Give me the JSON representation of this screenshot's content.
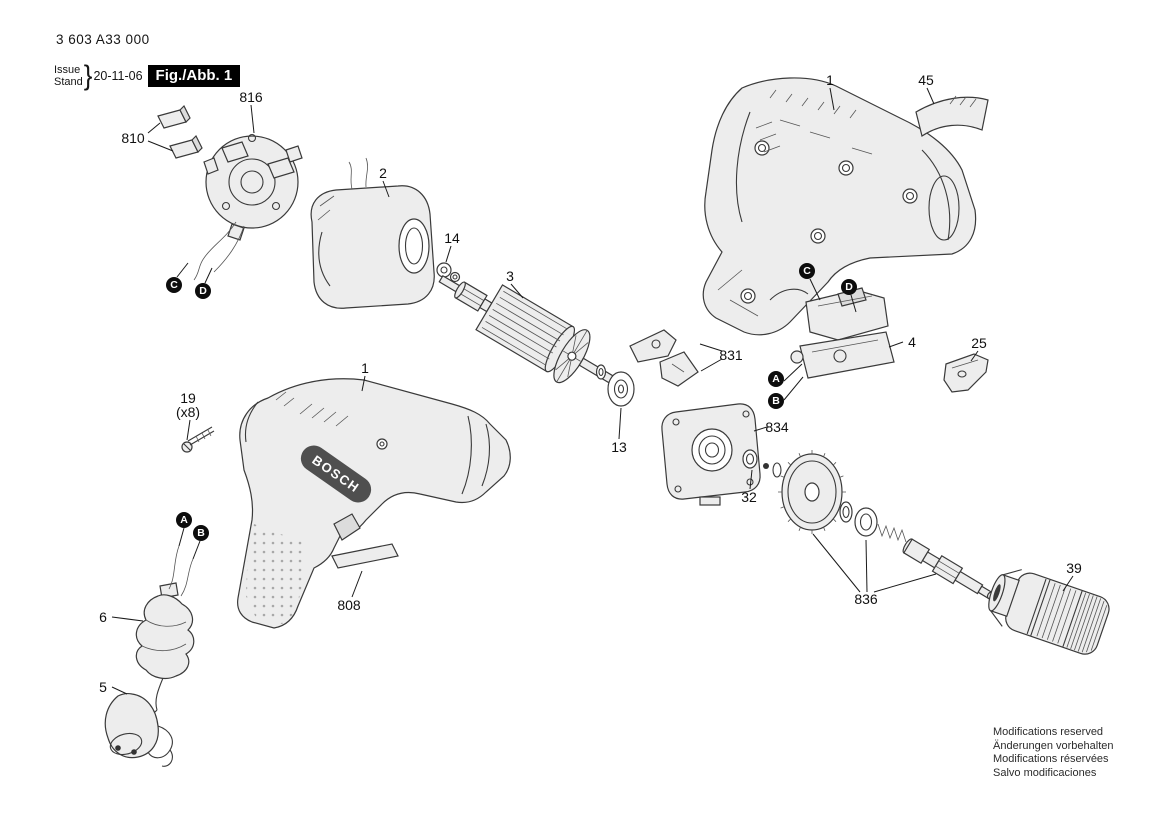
{
  "header": {
    "part_number": "3 603 A33 000",
    "issue_label": "Issue",
    "stand_label": "Stand",
    "brace": "}",
    "date": "20-11-06",
    "figure_label": "Fig./Abb. 1"
  },
  "logo_text": "BOSCH",
  "labels": {
    "l816": "816",
    "l810": "810",
    "l2": "2",
    "l14": "14",
    "l3": "3",
    "l1_housing": "1",
    "l45": "45",
    "l831": "831",
    "l4": "4",
    "l25": "25",
    "l834": "834",
    "l32": "32",
    "l13": "13",
    "l1_body": "1",
    "l19": "19",
    "l19_qty": "(x8)",
    "l808": "808",
    "l836": "836",
    "l39": "39",
    "l6": "6",
    "l5": "5"
  },
  "callouts": {
    "a": "A",
    "b": "B",
    "c": "C",
    "d": "D"
  },
  "footer": {
    "lines": [
      "Modifications reserved",
      "Änderungen vorbehalten",
      "Modifications réservées",
      "Salvo modificaciones"
    ]
  }
}
